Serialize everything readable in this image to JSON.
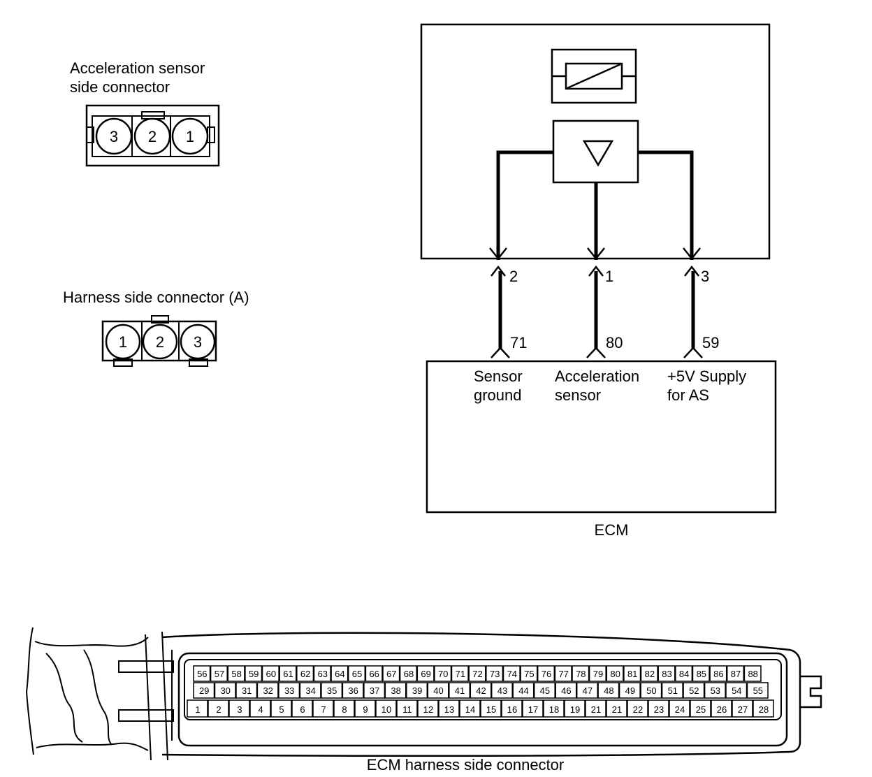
{
  "sensor_connector": {
    "title_line1": "Acceleration sensor",
    "title_line2": "side connector",
    "pins": [
      "3",
      "2",
      "1"
    ]
  },
  "harness_connector": {
    "title": "Harness side connector (A)",
    "pins": [
      "1",
      "2",
      "3"
    ]
  },
  "wires": [
    {
      "sensor_pin": "2",
      "ecm_pin": "71",
      "label_line1": "Sensor",
      "label_line2": "ground"
    },
    {
      "sensor_pin": "1",
      "ecm_pin": "80",
      "label_line1": "Acceleration",
      "label_line2": "sensor"
    },
    {
      "sensor_pin": "3",
      "ecm_pin": "59",
      "label_line1": "+5V Supply",
      "label_line2": "for AS"
    }
  ],
  "ecm": {
    "label": "ECM"
  },
  "ecm_connector": {
    "caption": "ECM harness side connector",
    "row_top": [
      "56",
      "57",
      "58",
      "59",
      "60",
      "61",
      "62",
      "63",
      "64",
      "65",
      "66",
      "67",
      "68",
      "69",
      "70",
      "71",
      "72",
      "73",
      "74",
      "75",
      "76",
      "77",
      "78",
      "79",
      "80",
      "81",
      "82",
      "83",
      "84",
      "85",
      "86",
      "87",
      "88"
    ],
    "row_mid": [
      "29",
      "30",
      "31",
      "32",
      "33",
      "34",
      "35",
      "36",
      "37",
      "38",
      "39",
      "40",
      "41",
      "42",
      "43",
      "44",
      "45",
      "46",
      "47",
      "48",
      "49",
      "50",
      "51",
      "52",
      "53",
      "54",
      "55"
    ],
    "row_bot": [
      "1",
      "2",
      "3",
      "4",
      "5",
      "6",
      "7",
      "8",
      "9",
      "10",
      "11",
      "12",
      "13",
      "14",
      "15",
      "16",
      "17",
      "18",
      "19",
      "21",
      "21",
      "22",
      "23",
      "24",
      "25",
      "26",
      "27",
      "28"
    ]
  }
}
